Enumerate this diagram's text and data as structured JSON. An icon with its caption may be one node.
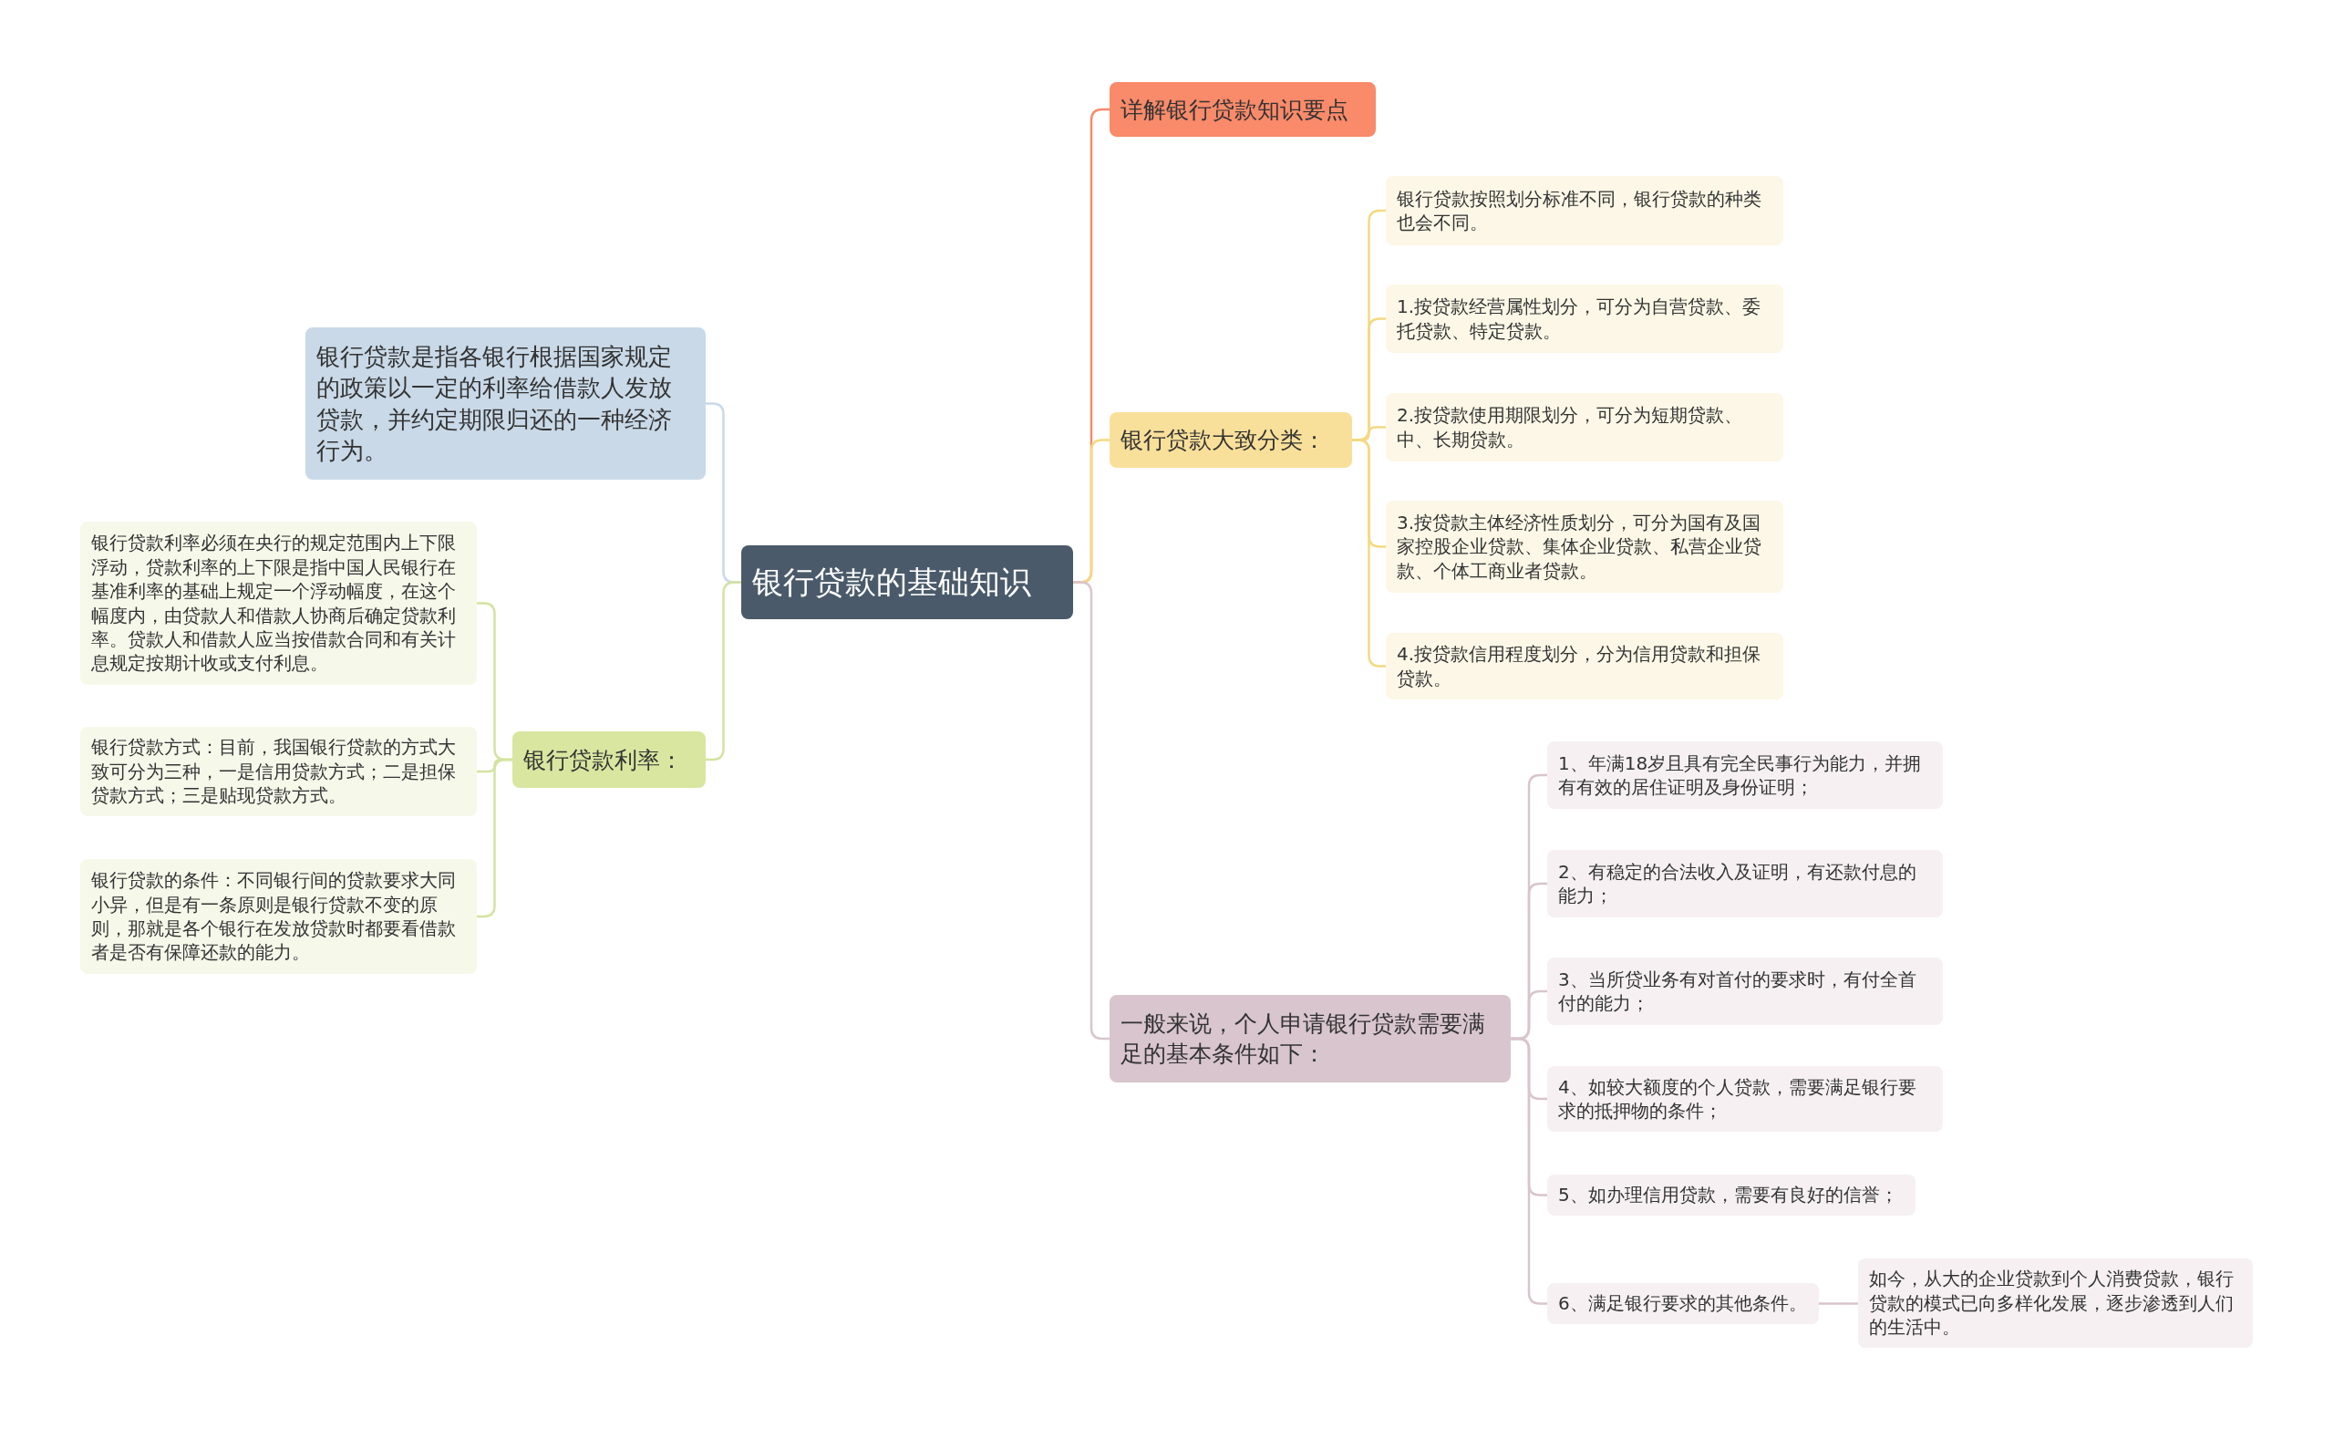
{
  "diagram": {
    "nodes": [
      {
        "text": [
          "银行贷款的基础知识"
        ]
      },
      {
        "text": [
          "银行贷款是指各银行根据国家规定的政策以一定的利率给借款人发放贷款，并约定期限归还的一种经济行为。"
        ]
      },
      {
        "text": [
          "银行贷款利率："
        ]
      },
      {
        "text": [
          "银行贷款利率必须在央行的规定范围内上下限浮动，贷款利率的上下限是指中国人民银行在基准利率的基础上规定一个浮动幅度，在这个幅度内，由贷款人和借款人协商后确定贷款利率。贷款人和借款人应当按借款合同和有关计息规定按期计收或支付利息。"
        ]
      },
      {
        "text": [
          "银行贷款方式：目前，我国银行贷款的方式大致可分为三种，一是信用贷款方式；二是担保贷款方式；三是贴现贷款方式。"
        ]
      },
      {
        "text": [
          "银行贷款的条件：不同银行间的贷款要求大同小异，但是有一条原则是银行贷款不变的原则，那就是各个银行在发放贷款时都要看借款者是否有保障还款的能力。"
        ]
      },
      {
        "text": [
          "详解银行贷款知识要点"
        ]
      },
      {
        "text": [
          "银行贷款大致分类："
        ]
      },
      {
        "text": [
          "银行贷款按照划分标准不同，银行贷款的种类也会不同。"
        ]
      },
      {
        "text": [
          "1.按贷款经营属性划分，可分为自营贷款、委托贷款、特定贷款。"
        ]
      },
      {
        "text": [
          "2.按贷款使用期限划分，可分为短期贷款、中、长期贷款。"
        ]
      },
      {
        "text": [
          "3.按贷款主体经济性质划分，可分为国有及国家控股企业贷款、集体企业贷款、私营企业贷款、个体工商业者贷款。"
        ]
      },
      {
        "text": [
          "4.按贷款信用程度划分，分为信用贷款和担保贷款。"
        ]
      },
      {
        "text": [
          "一般来说，个人申请银行贷款需要满足的基本条件如下："
        ]
      },
      {
        "text": [
          "1、年满18岁且具有完全民事行为能力，并拥有有效的居住证明及身份证明；"
        ]
      },
      {
        "text": [
          "2、有稳定的合法收入及证明，有还款付息的能力；"
        ]
      },
      {
        "text": [
          "3、当所贷业务有对首付的要求时，有付全首付的能力；"
        ]
      },
      {
        "text": [
          "4、如较大额度的个人贷款，需要满足银行要求的抵押物的条件；"
        ]
      },
      {
        "text": [
          "5、如办理信用贷款，需要有良好的信誉；"
        ]
      },
      {
        "text": [
          "6、满足银行要求的其他条件。"
        ]
      },
      {
        "text": [
          "如今，从大的企业贷款到个人消费贷款，银行贷款的模式已向多样化发展，逐步渗透到人们的生活中。"
        ]
      }
    ],
    "edges": [
      {
        "from": 0,
        "to": 6,
        "arrow": "none",
        "color": "#f98a6a"
      },
      {
        "from": 0,
        "to": 7,
        "arrow": "none",
        "color": "#f4d983"
      },
      {
        "from": 0,
        "to": 13,
        "arrow": "none",
        "color": "#d8c5cd"
      },
      {
        "from": 0,
        "to": 1,
        "arrow": "none",
        "color": "#c9d9e8"
      },
      {
        "from": 0,
        "to": 2,
        "arrow": "none",
        "color": "#d4e3a0"
      },
      {
        "from": 2,
        "to": 3,
        "arrow": "none",
        "color": "#d4e3a0"
      },
      {
        "from": 2,
        "to": 4,
        "arrow": "none",
        "color": "#d4e3a0"
      },
      {
        "from": 2,
        "to": 5,
        "arrow": "none",
        "color": "#d4e3a0"
      },
      {
        "from": 7,
        "to": 8,
        "arrow": "none",
        "color": "#f4d983"
      },
      {
        "from": 7,
        "to": 9,
        "arrow": "none",
        "color": "#f4d983"
      },
      {
        "from": 7,
        "to": 10,
        "arrow": "none",
        "color": "#f4d983"
      },
      {
        "from": 7,
        "to": 11,
        "arrow": "none",
        "color": "#f4d983"
      },
      {
        "from": 7,
        "to": 12,
        "arrow": "none",
        "color": "#f4d983"
      },
      {
        "from": 13,
        "to": 14,
        "arrow": "none",
        "color": "#d8c5cd"
      },
      {
        "from": 13,
        "to": 15,
        "arrow": "none",
        "color": "#d8c5cd"
      },
      {
        "from": 13,
        "to": 16,
        "arrow": "none",
        "color": "#d8c5cd"
      },
      {
        "from": 13,
        "to": 17,
        "arrow": "none",
        "color": "#d8c5cd"
      },
      {
        "from": 13,
        "to": 18,
        "arrow": "none",
        "color": "#d8c5cd"
      },
      {
        "from": 13,
        "to": 19,
        "arrow": "none",
        "color": "#d8c5cd"
      },
      {
        "from": 19,
        "to": 20,
        "arrow": "none",
        "color": "#d8c5cd"
      }
    ]
  }
}
